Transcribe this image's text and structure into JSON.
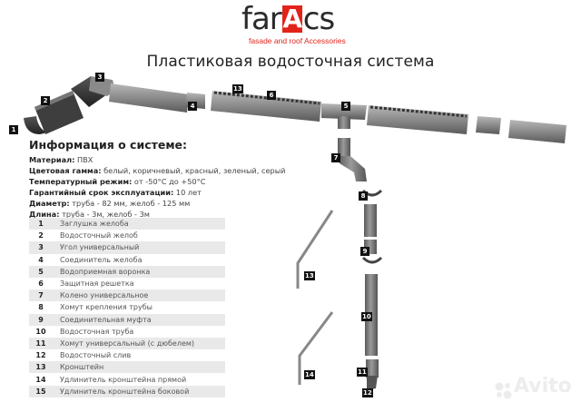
{
  "logo": {
    "left_text": "far",
    "boxed_letter": "A",
    "right_text": "cs",
    "tagline": "fasade and roof Accessories",
    "brand_color": "#e2231a"
  },
  "title": "Пластиковая водосточная система",
  "info": {
    "heading": "Информация о системе:",
    "lines": [
      {
        "label": "Материал:",
        "value": " ПВХ"
      },
      {
        "label": "Цветовая гамма:",
        "value": " белый, коричневый, красный, зеленый, серый"
      },
      {
        "label": "Температурный режим:",
        "value": " от -50°С до +50°С"
      },
      {
        "label": "Гарантийный срок эксплуатации:",
        "value": " 10 лет"
      },
      {
        "label": "Диаметр:",
        "value": " труба - 82 мм, желоб - 125 мм"
      },
      {
        "label": "Длина:",
        "value": " труба - 3м, желоб - 3м"
      }
    ]
  },
  "parts": [
    {
      "num": "1",
      "name": "Заглушка желоба"
    },
    {
      "num": "2",
      "name": "Водосточный желоб"
    },
    {
      "num": "3",
      "name": "Угол универсальный"
    },
    {
      "num": "4",
      "name": "Соединитель желоба"
    },
    {
      "num": "5",
      "name": "Водоприемная воронка"
    },
    {
      "num": "6",
      "name": "Защитная решетка"
    },
    {
      "num": "7",
      "name": "Колено универсальное"
    },
    {
      "num": "8",
      "name": "Хомут крепления трубы"
    },
    {
      "num": "9",
      "name": "Соединительная муфта"
    },
    {
      "num": "10",
      "name": "Водосточная труба"
    },
    {
      "num": "11",
      "name": "Хомут универсальный (с дюбелем)"
    },
    {
      "num": "12",
      "name": "Водосточный слив"
    },
    {
      "num": "13",
      "name": "Кронштейн"
    },
    {
      "num": "14",
      "name": "Удлинитель кронштейна прямой"
    },
    {
      "num": "15",
      "name": "Удлинитель кронштейна боковой"
    }
  ],
  "badges": {
    "b1": "1",
    "b2": "2",
    "b3": "3",
    "b4": "4",
    "b5": "5",
    "b6": "6",
    "b7": "7",
    "b8": "8",
    "b9": "9",
    "b10": "10",
    "b11": "11",
    "b12": "12",
    "b13a": "13",
    "b13b": "13",
    "b14": "14"
  },
  "watermark": "Avito"
}
